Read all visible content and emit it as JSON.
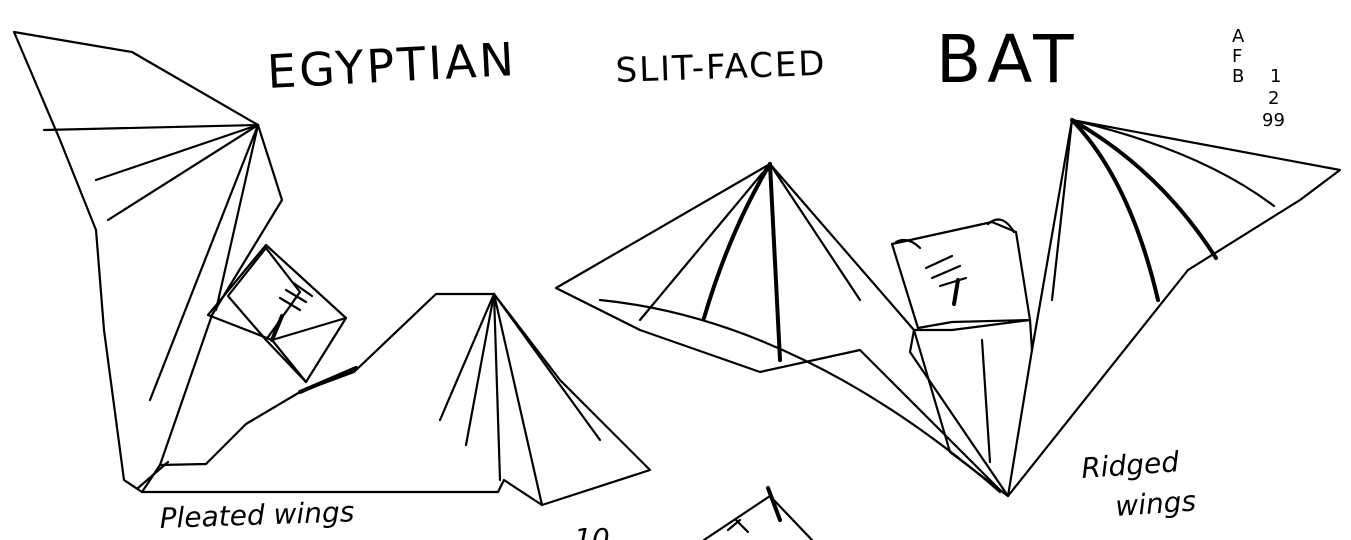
{
  "title": {
    "word1": "EGYPTIAN",
    "word2": "SLIT-FACED",
    "word3": "BAT"
  },
  "signature": {
    "letters": [
      "A",
      "F",
      "B"
    ],
    "date_lines": [
      "1",
      "2",
      "99"
    ]
  },
  "captions": {
    "left_model": "Pleated wings",
    "right_model_line1": "Ridged",
    "right_model_line2": "wings"
  },
  "partial_bottom_text": "10"
}
